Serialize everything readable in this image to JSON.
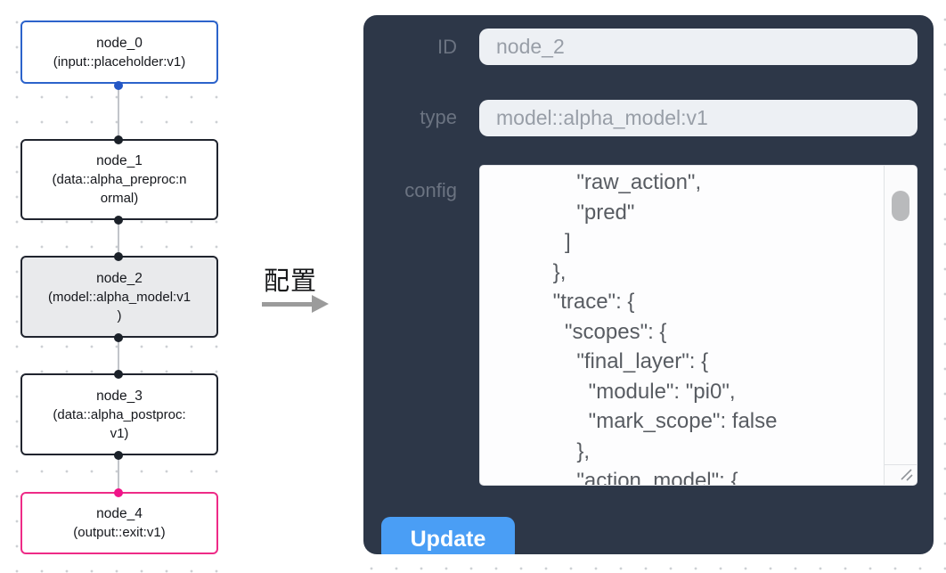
{
  "canvas": {
    "nodes": [
      {
        "id": "node_0",
        "title": "node_0",
        "subtitle": "(input::placeholder:v1)",
        "subtitle_lines": [
          "(input::placeholder:v1)"
        ],
        "accent_color": "#2c63cb",
        "selected": false
      },
      {
        "id": "node_1",
        "title": "node_1",
        "subtitle": "(data::alpha_preproc:normal)",
        "subtitle_lines": [
          "(data::alpha_preproc:n",
          "ormal)"
        ],
        "accent_color": "#20242e",
        "selected": false
      },
      {
        "id": "node_2",
        "title": "node_2",
        "subtitle": "(model::alpha_model:v1)",
        "subtitle_lines": [
          "(model::alpha_model:v1",
          ")"
        ],
        "accent_color": "#20242e",
        "selected": true
      },
      {
        "id": "node_3",
        "title": "node_3",
        "subtitle": "(data::alpha_postproc:v1)",
        "subtitle_lines": [
          "(data::alpha_postproc:",
          "v1)"
        ],
        "accent_color": "#20242e",
        "selected": false
      },
      {
        "id": "node_4",
        "title": "node_4",
        "subtitle": "(output::exit:v1)",
        "subtitle_lines": [
          "(output::exit:v1)"
        ],
        "accent_color": "#ee2b87",
        "selected": false
      }
    ],
    "edges": [
      {
        "from": "node_0",
        "to": "node_1"
      },
      {
        "from": "node_1",
        "to": "node_2"
      },
      {
        "from": "node_2",
        "to": "node_3"
      },
      {
        "from": "node_3",
        "to": "node_4"
      }
    ]
  },
  "transfer": {
    "label": "配置"
  },
  "panel": {
    "background_color": "#2d3748",
    "id_field": {
      "label": "ID",
      "value": "node_2"
    },
    "type_field": {
      "label": "type",
      "value": "model::alpha_model:v1"
    },
    "config": {
      "label": "config",
      "lines": [
        "        \"raw_action\",",
        "        \"pred\"",
        "      ]",
        "    },",
        "    \"trace\": {",
        "      \"scopes\": {",
        "        \"final_layer\": {",
        "          \"module\": \"pi0\",",
        "          \"mark_scope\": false",
        "        },",
        "        \"action_model\": {"
      ]
    },
    "update_button": {
      "label": "Update",
      "color": "#4a9ef5"
    }
  }
}
